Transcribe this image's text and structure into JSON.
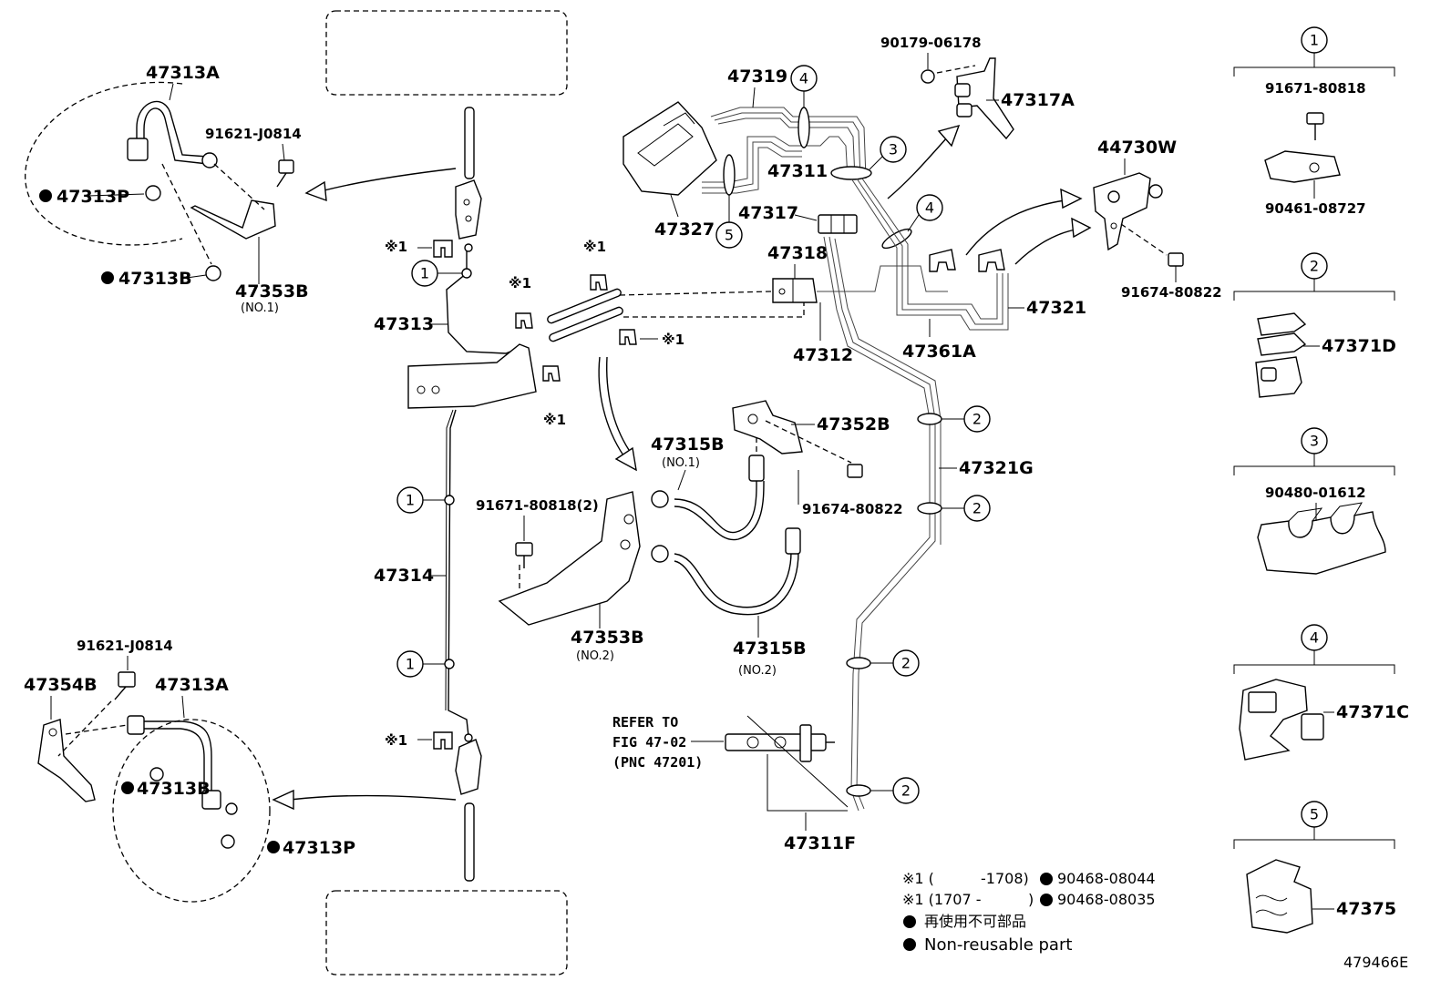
{
  "diagram_id": "479466E",
  "refer": {
    "line1": "REFER TO",
    "line2": "FIG 47-02",
    "line3": "(PNC 47201)"
  },
  "parts": {
    "p47313A_top": "47313A",
    "p91621_top": "91621-J0814",
    "p47313P_top": "47313P",
    "p47313B_top": "47313B",
    "p47353B_top": "47353B",
    "p47353B_top_sub": "(NO.1)",
    "p47313": "47313",
    "p47314": "47314",
    "p91621_bot": "91621-J0814",
    "p47354B": "47354B",
    "p47313A_bot": "47313A",
    "p47313B_bot": "47313B",
    "p47313P_bot": "47313P",
    "p47319": "47319",
    "p47311": "47311",
    "p47327": "47327",
    "p47317": "47317",
    "p47318": "47318",
    "p47312": "47312",
    "p47361A": "47361A",
    "p47321": "47321",
    "p90179": "90179-06178",
    "p47317A": "47317A",
    "p44730W": "44730W",
    "p91674_right": "91674-80822",
    "p47352B": "47352B",
    "p47315B_1": "47315B",
    "p47315B_1_sub": "(NO.1)",
    "p91671_mid": "91671-80818(2)",
    "p91674_mid": "91674-80822",
    "p47353B_mid": "47353B",
    "p47353B_mid_sub": "(NO.2)",
    "p47315B_2": "47315B",
    "p47315B_2_sub": "(NO.2)",
    "p47321G": "47321G",
    "p47311F": "47311F",
    "side_91671": "91671-80818",
    "side_90461": "90461-08727",
    "side_47371D": "47371D",
    "side_90480": "90480-01612",
    "side_47371C": "47371C",
    "side_47375": "47375"
  },
  "callouts": [
    "1",
    "2",
    "3",
    "4",
    "5"
  ],
  "mark_label": "※1",
  "legend": {
    "row1_left": "※1 (",
    "row1_range": "-1708)",
    "row1_part": "90468-08044",
    "row2_left": "※1 (1707 -",
    "row2_range": ")",
    "row2_part": "90468-08035",
    "row3": "再使用不可部品",
    "row4": "Non-reusable part"
  },
  "colors": {
    "ink": "#000000",
    "paper": "#ffffff"
  }
}
